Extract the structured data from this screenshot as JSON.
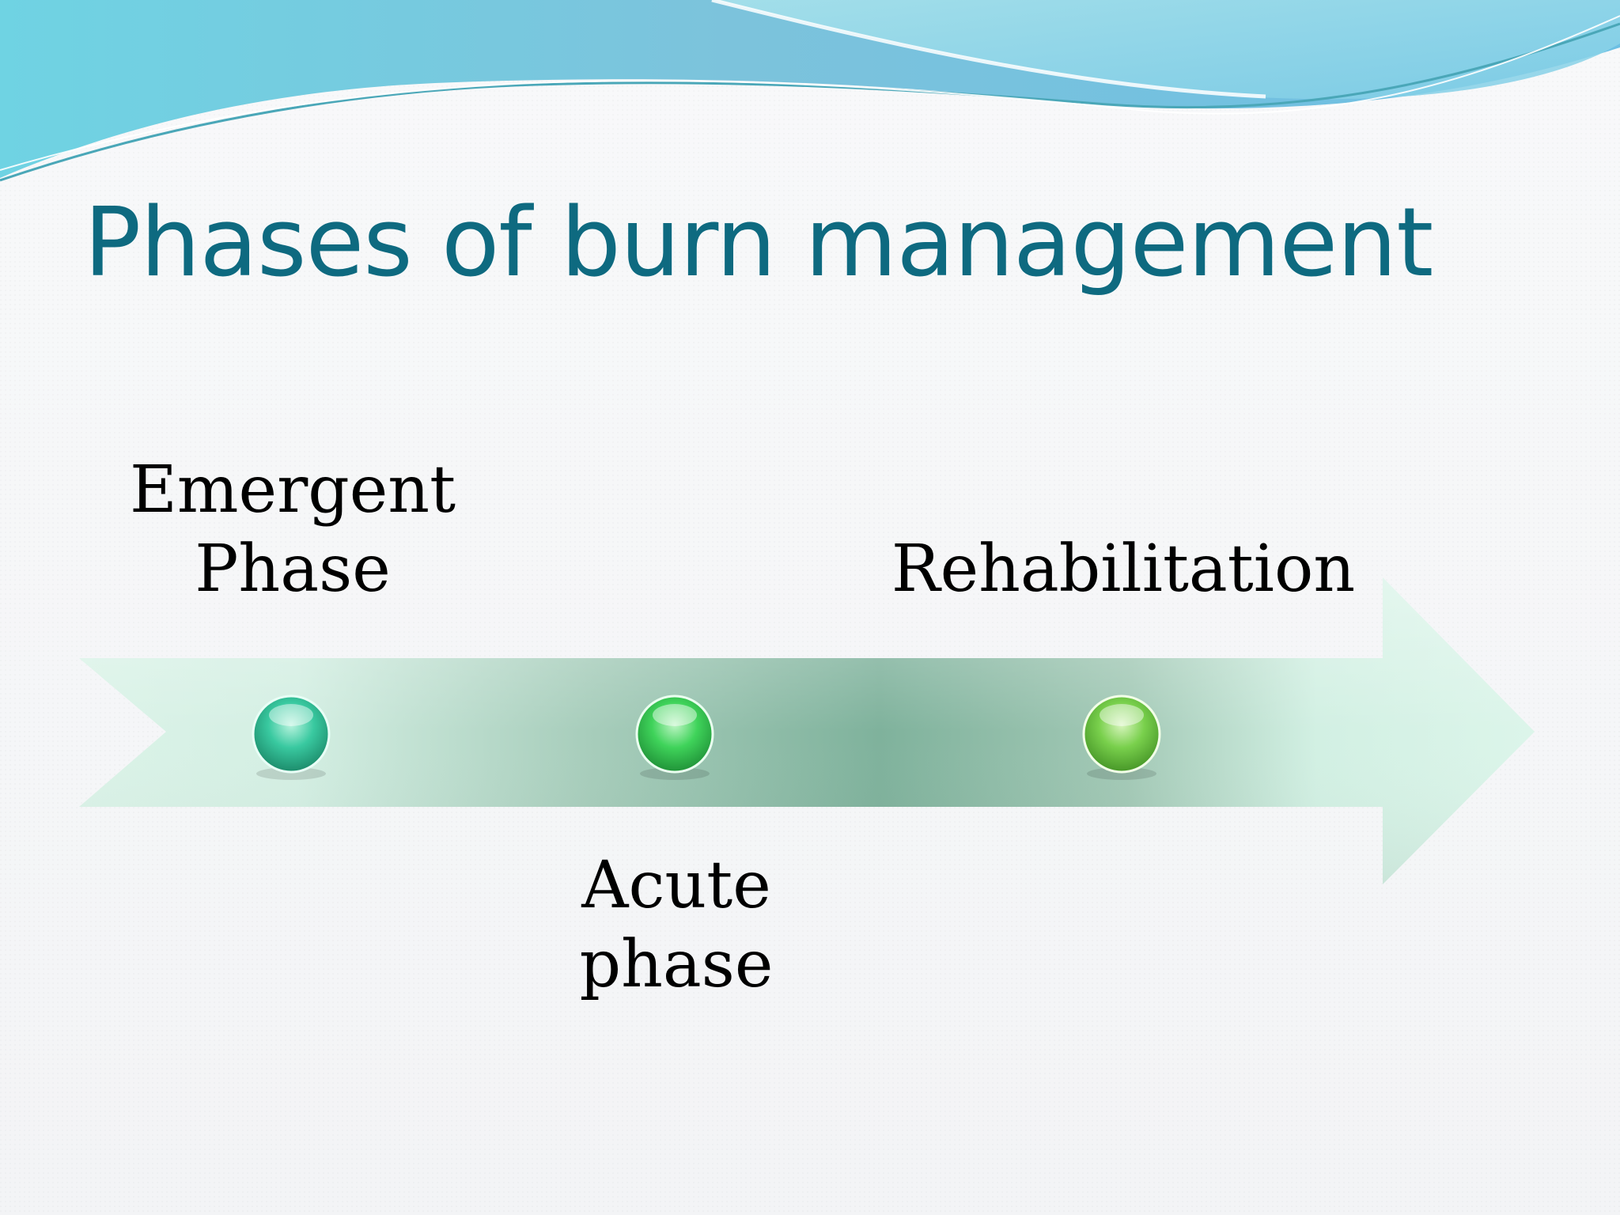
{
  "slide": {
    "title": "Phases of burn management"
  },
  "timeline": {
    "phases": [
      {
        "line1": "Emergent",
        "line2": "Phase",
        "marker_color": "#39c9a0"
      },
      {
        "line1": "Acute",
        "line2": "phase",
        "marker_color": "#3fd35a"
      },
      {
        "line1": "Rehabilitation",
        "line2": "",
        "marker_color": "#79d04c"
      }
    ]
  },
  "colors": {
    "title": "#0e6a80",
    "arrow_light": "#d6f2e6",
    "arrow_dark": "#7fb29c",
    "wave_top": "#6fc0da"
  }
}
